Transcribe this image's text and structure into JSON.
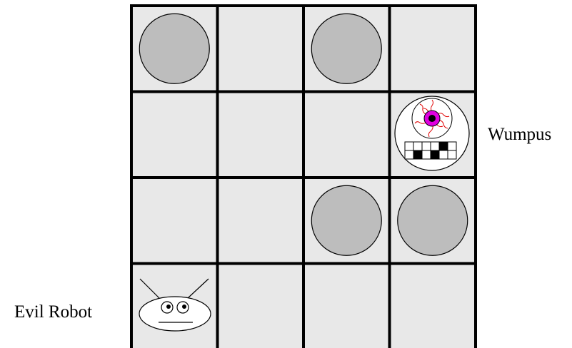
{
  "labels": {
    "wumpus": "Wumpus",
    "robot": "Evil Robot"
  },
  "grid": {
    "rows": 4,
    "cols": 4,
    "cell_fill": "#e8e8e8",
    "line_color": "#000000",
    "pit_fill": "#bdbdbd",
    "pits": [
      {
        "row": 0,
        "col": 0
      },
      {
        "row": 0,
        "col": 2
      },
      {
        "row": 2,
        "col": 2
      },
      {
        "row": 2,
        "col": 3
      }
    ],
    "wumpus": {
      "row": 1,
      "col": 3
    },
    "robot": {
      "row": 3,
      "col": 0
    }
  },
  "icons": {
    "pit": "pit-icon",
    "wumpus": "wumpus-icon",
    "robot": "evil-robot-icon"
  },
  "colors": {
    "wumpus_iris": "#e000e0",
    "wumpus_veins": "#e00000"
  }
}
